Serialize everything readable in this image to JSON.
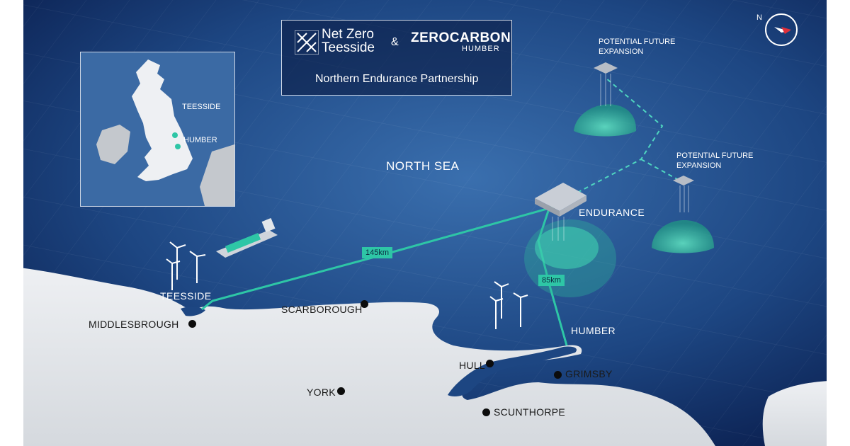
{
  "header": {
    "logo_left_line1": "Net Zero",
    "logo_left_line2": "Teesside",
    "ampersand": "&",
    "logo_right_line1": "ZEROCARBON",
    "logo_right_line2": "HUMBER",
    "partnership": "Northern Endurance Partnership"
  },
  "inset": {
    "teesside": "TEESSIDE",
    "humber": "HUMBER"
  },
  "map": {
    "sea_label": "NORTH SEA",
    "endurance_label": "ENDURANCE",
    "expansion_1_line1": "POTENTIAL FUTURE",
    "expansion_1_line2": "EXPANSION",
    "expansion_2_line1": "POTENTIAL FUTURE",
    "expansion_2_line2": "EXPANSION",
    "teesside_label": "TEESSIDE",
    "humber_label": "HUMBER",
    "distance_teesside": "145km",
    "distance_humber": "85km"
  },
  "cities": {
    "middlesbrough": "MIDDLESBROUGH",
    "scarborough": "SCARBOROUGH",
    "york": "YORK",
    "hull": "HULL",
    "grimsby": "GRIMSBY",
    "scunthorpe": "SCUNTHORPE"
  },
  "colors": {
    "sea_dark": "#0f2a5c",
    "sea_light": "#2f5d9a",
    "pipeline": "#2ec6a6",
    "land": "#e3e6ea",
    "store": "#2fb79a"
  },
  "icons": [
    "compass-icon",
    "ship-icon",
    "wind-turbine-icon",
    "platform-icon",
    "storage-dome-icon"
  ]
}
